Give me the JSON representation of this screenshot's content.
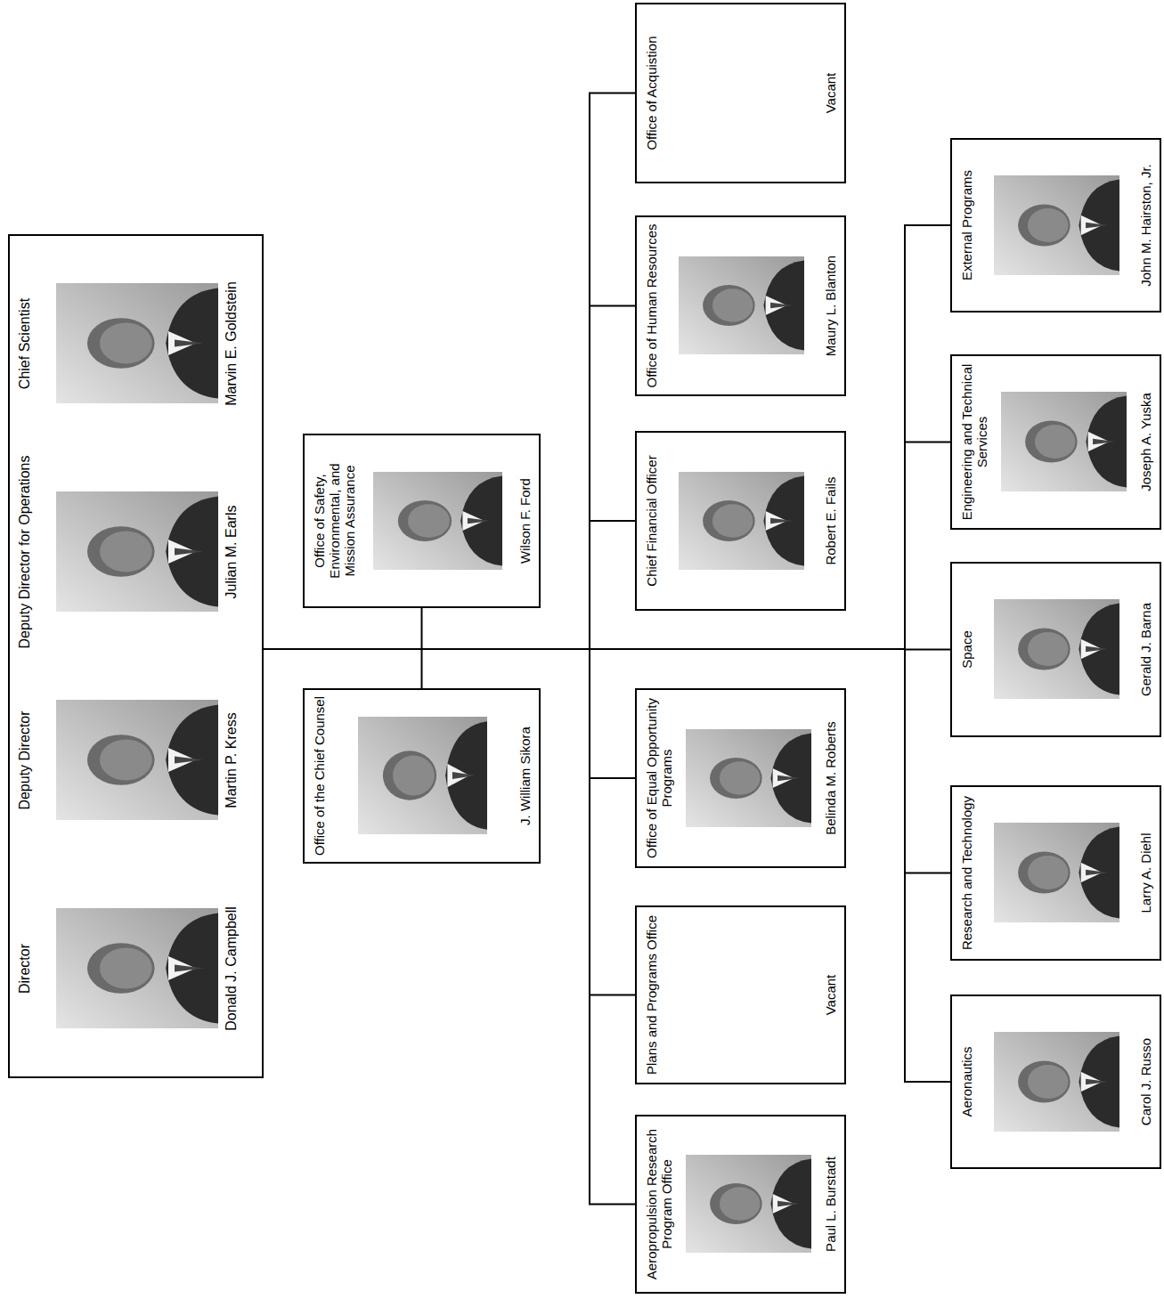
{
  "diagram": {
    "nodes": [
      {
        "text": [
          "Director",
          "Donald J. Campbell",
          "Deputy Director",
          "Martin P. Kress",
          "Deputy Director for Operations",
          "Julian M. Earls",
          "Chief Scientist",
          "Marvin E. Goldstein"
        ]
      },
      {
        "text": [
          "Office of the Chief Counsel",
          "J. William Sikora"
        ]
      },
      {
        "text": [
          "Office of Safety, Environmental, and Mission Assurance",
          "Wilson F. Ford"
        ]
      },
      {
        "text": [
          "Aeropropulsion Research Program Office",
          "Paul L. Burstadt"
        ]
      },
      {
        "text": [
          "Plans and Programs Office",
          "Vacant"
        ]
      },
      {
        "text": [
          "Office of Equal Opportunity Programs",
          "Belinda M. Roberts"
        ]
      },
      {
        "text": [
          "Chief Financial Officer",
          "Robert E. Fails"
        ]
      },
      {
        "text": [
          "Office of Human Resources",
          "Maury L. Blanton"
        ]
      },
      {
        "text": [
          "Office of Acquistion",
          "Vacant"
        ]
      },
      {
        "text": [
          "Aeronautics",
          "Carol J. Russo"
        ]
      },
      {
        "text": [
          "Research and Technology",
          "Larry A. Diehl"
        ]
      },
      {
        "text": [
          "Space",
          "Gerald J. Barna"
        ]
      },
      {
        "text": [
          "Engineering and Technical Services",
          "Joseph A. Yuska"
        ]
      },
      {
        "text": [
          "External Programs",
          "John M. Hairston, Jr."
        ]
      }
    ],
    "edges": [
      {
        "from": 0,
        "to": 1,
        "arrow": "none"
      },
      {
        "from": 0,
        "to": 2,
        "arrow": "none"
      },
      {
        "from": 0,
        "to": 3,
        "arrow": "none"
      },
      {
        "from": 0,
        "to": 4,
        "arrow": "none"
      },
      {
        "from": 0,
        "to": 5,
        "arrow": "none"
      },
      {
        "from": 0,
        "to": 6,
        "arrow": "none"
      },
      {
        "from": 0,
        "to": 7,
        "arrow": "none"
      },
      {
        "from": 0,
        "to": 8,
        "arrow": "none"
      },
      {
        "from": 0,
        "to": 9,
        "arrow": "none"
      },
      {
        "from": 0,
        "to": 10,
        "arrow": "none"
      },
      {
        "from": 0,
        "to": 11,
        "arrow": "none"
      },
      {
        "from": 0,
        "to": 12,
        "arrow": "none"
      },
      {
        "from": 0,
        "to": 13,
        "arrow": "none"
      }
    ]
  }
}
